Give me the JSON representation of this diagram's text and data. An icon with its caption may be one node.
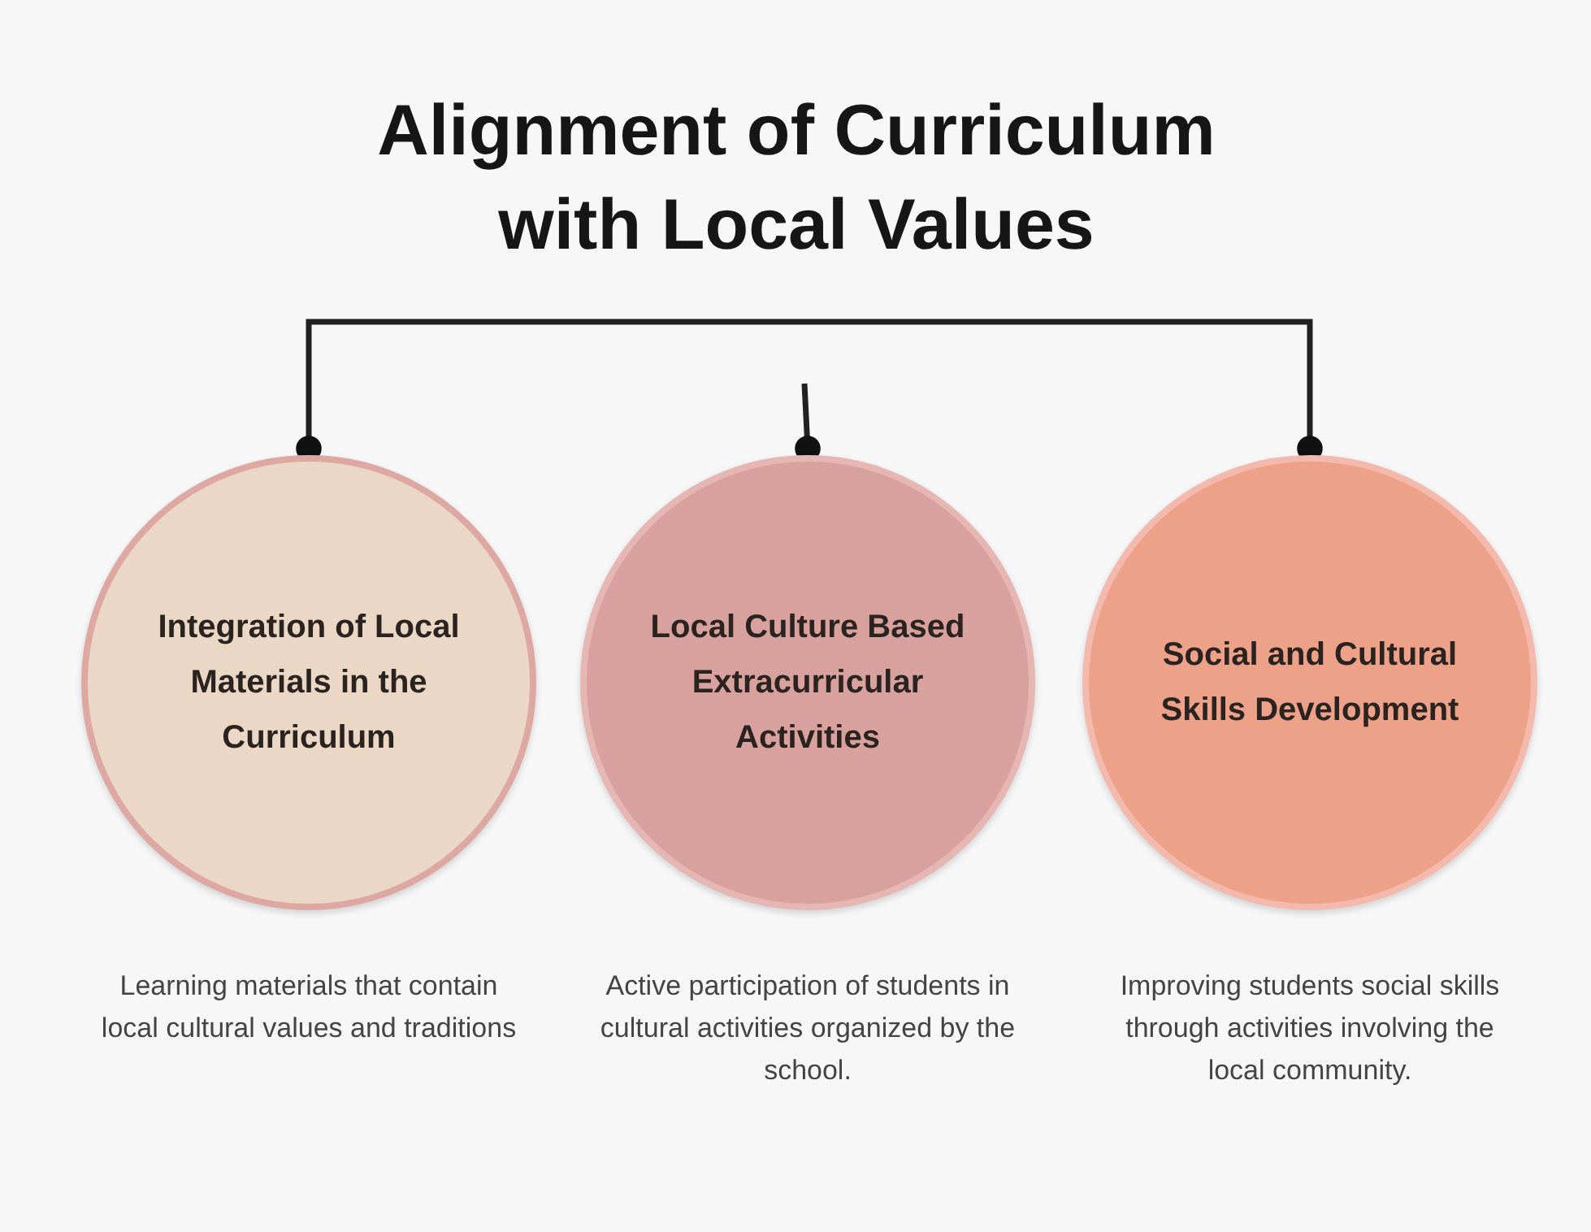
{
  "diagram": {
    "title": "Alignment of Curriculum with Local Values",
    "nodes": [
      {
        "text": [
          "Integration of Local Materials in the Curriculum"
        ],
        "beside": [
          "Learning materials that contain local cultural values and traditions"
        ]
      },
      {
        "text": [
          "Local Culture Based Extracurricular Activities"
        ],
        "beside": [
          "Active participation of students in cultural activities organized by the school."
        ]
      },
      {
        "text": [
          "Social and Cultural Skills Development"
        ],
        "beside": [
          "Improving students social skills through activities involving the local community."
        ]
      }
    ],
    "edges": [
      {
        "from": null,
        "to": 0,
        "arrow": "other"
      },
      {
        "from": null,
        "to": 1,
        "arrow": "other"
      },
      {
        "from": null,
        "to": 2,
        "arrow": "other"
      }
    ]
  }
}
